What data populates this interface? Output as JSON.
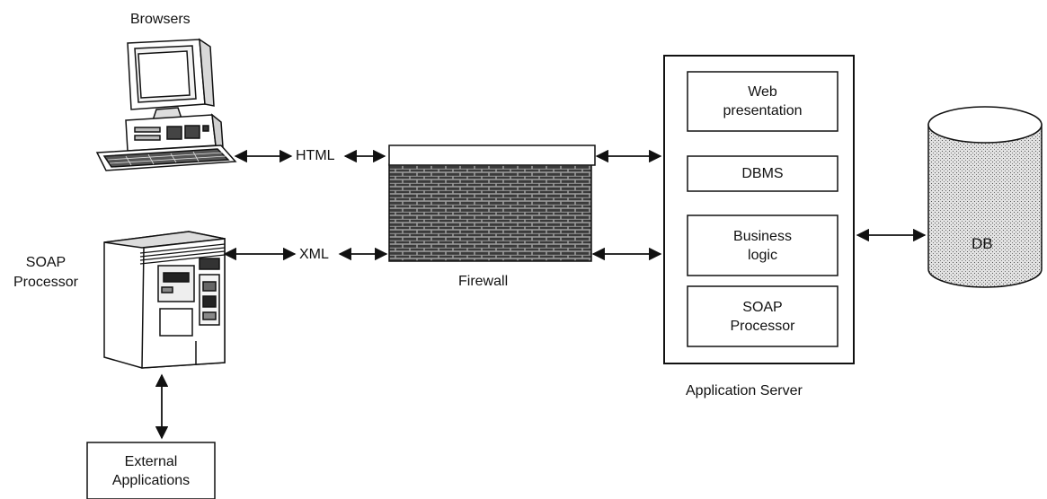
{
  "labels": {
    "browsers": "Browsers",
    "html": "HTML",
    "xml": "XML",
    "soap_processor_client": "SOAP\nProcessor",
    "firewall": "Firewall",
    "external_applications": "External\nApplications",
    "application_server": "Application Server",
    "db": "DB"
  },
  "app_server": {
    "components": [
      "Web\npresentation",
      "DBMS",
      "Business\nlogic",
      "SOAP\nProcessor"
    ]
  },
  "colors": {
    "line": "#111111",
    "background": "#ffffff"
  }
}
